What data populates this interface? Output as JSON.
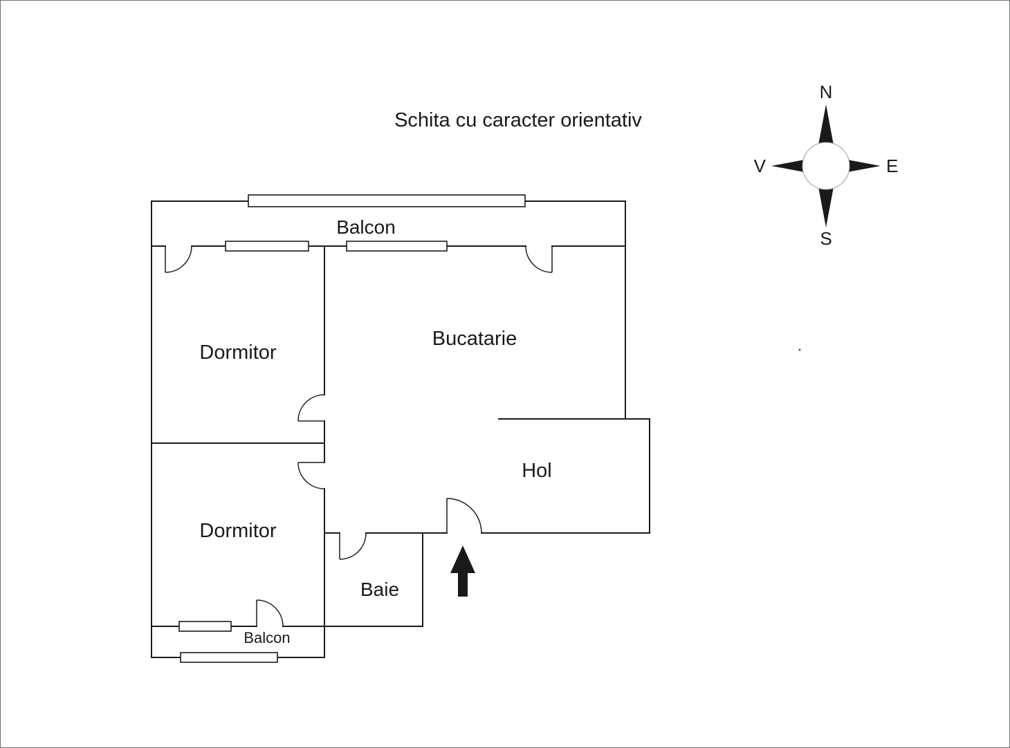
{
  "title": "Schita cu caracter orientativ",
  "compass": {
    "north": "N",
    "east": "E",
    "south": "S",
    "west": "V"
  },
  "rooms": {
    "balcon_top": "Balcon",
    "dormitor_top": "Dormitor",
    "bucatarie": "Bucatarie",
    "hol": "Hol",
    "dormitor_bottom": "Dormitor",
    "baie": "Baie",
    "balcon_bottom": "Balcon"
  },
  "colors": {
    "line": "#1a1a1a",
    "arrow": "#1a1a1a",
    "background": "#ffffff",
    "frame": "#6d6e71"
  }
}
